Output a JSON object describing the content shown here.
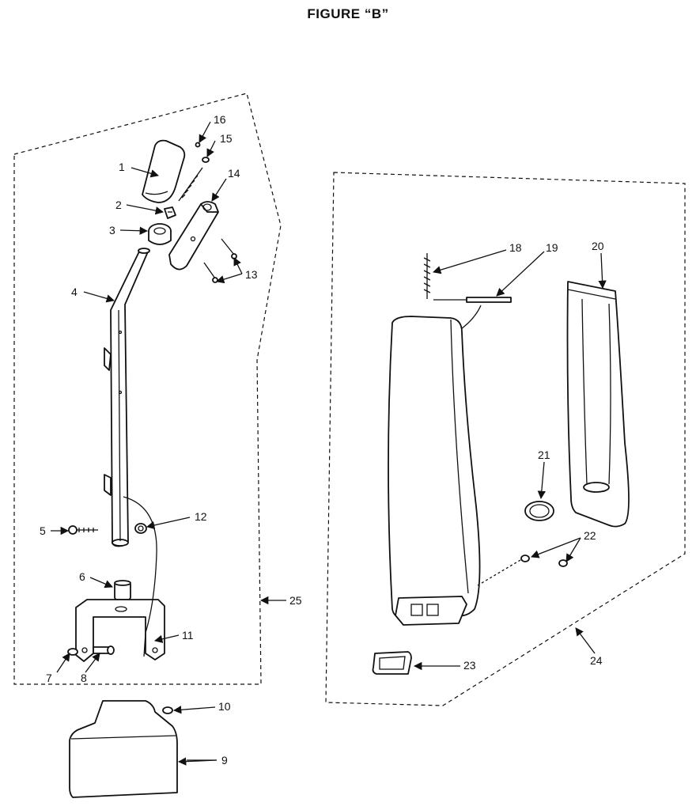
{
  "figure_title": "FIGURE “B”",
  "callouts": {
    "p1": "1",
    "p2": "2",
    "p3": "3",
    "p4": "4",
    "p5": "5",
    "p6": "6",
    "p7": "7",
    "p8": "8",
    "p9": "9",
    "p10": "10",
    "p11": "11",
    "p12": "12",
    "p13": "13",
    "p14": "14",
    "p15": "15",
    "p16": "16",
    "p18": "18",
    "p19": "19",
    "p20": "20",
    "p21": "21",
    "p22": "22",
    "p23": "23",
    "p24": "24",
    "p25": "25"
  }
}
